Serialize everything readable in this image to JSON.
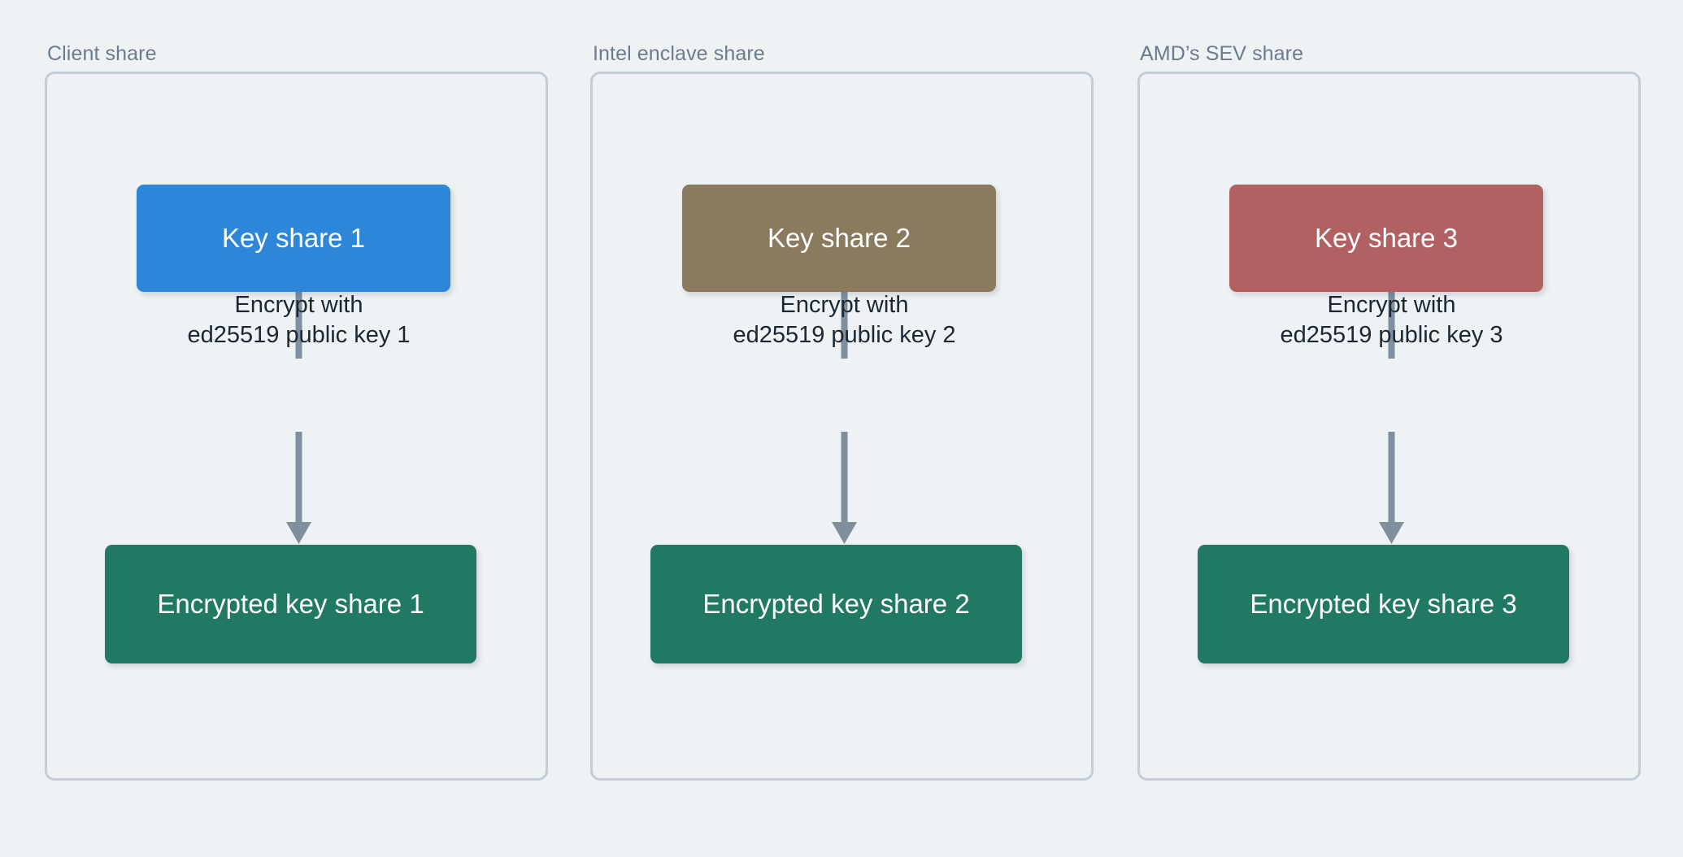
{
  "page": {
    "title": "Key share encryption across trust domains",
    "background_color": "#eff2f5"
  },
  "colors": {
    "background": "#eff2f5",
    "panel_border": "#c3cdd8",
    "panel_label_text": "#6b7b8c",
    "edge_stroke": "#7f8f9e",
    "edge_label_text": "#1b2733",
    "node_text": "#ffffff",
    "key_share_1": "#2e86d9",
    "key_share_2": "#8b7b5e",
    "key_share_3": "#b26163",
    "encrypted_share": "#217964"
  },
  "panels": [
    {
      "label": "Client share",
      "source": {
        "label": "Key share 1",
        "color": "#2e86d9",
        "icon": "key-share-box-icon"
      },
      "edge": {
        "line1": "Encrypt with",
        "line2": "ed25519 public key 1",
        "arrow": "arrow-down-icon",
        "direction": "down"
      },
      "target": {
        "label": "Encrypted key share 1",
        "color": "#217964",
        "icon": "encrypted-share-box-icon"
      }
    },
    {
      "label": "Intel enclave share",
      "source": {
        "label": "Key share 2",
        "color": "#8b7b5e",
        "icon": "key-share-box-icon"
      },
      "edge": {
        "line1": "Encrypt with",
        "line2": "ed25519 public key 2",
        "arrow": "arrow-down-icon",
        "direction": "down"
      },
      "target": {
        "label": "Encrypted key share 2",
        "color": "#217964",
        "icon": "encrypted-share-box-icon"
      }
    },
    {
      "label": "AMD’s SEV share",
      "source": {
        "label": "Key share 3",
        "color": "#b26163",
        "icon": "key-share-box-icon"
      },
      "edge": {
        "line1": "Encrypt with",
        "line2": "ed25519 public key 3",
        "arrow": "arrow-down-icon",
        "direction": "down"
      },
      "target": {
        "label": "Encrypted key share 3",
        "color": "#217964",
        "icon": "encrypted-share-box-icon"
      }
    }
  ]
}
